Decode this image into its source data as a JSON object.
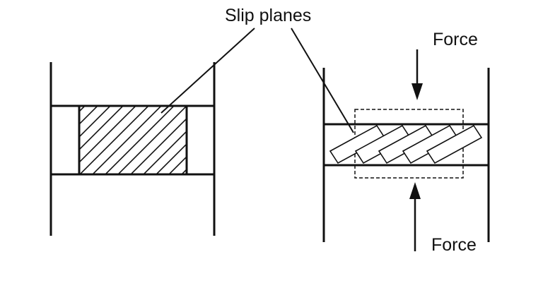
{
  "labels": {
    "slip_planes": "Slip planes",
    "force_top": "Force",
    "force_bottom": "Force"
  },
  "colors": {
    "line": "#111111",
    "background": "#ffffff"
  }
}
